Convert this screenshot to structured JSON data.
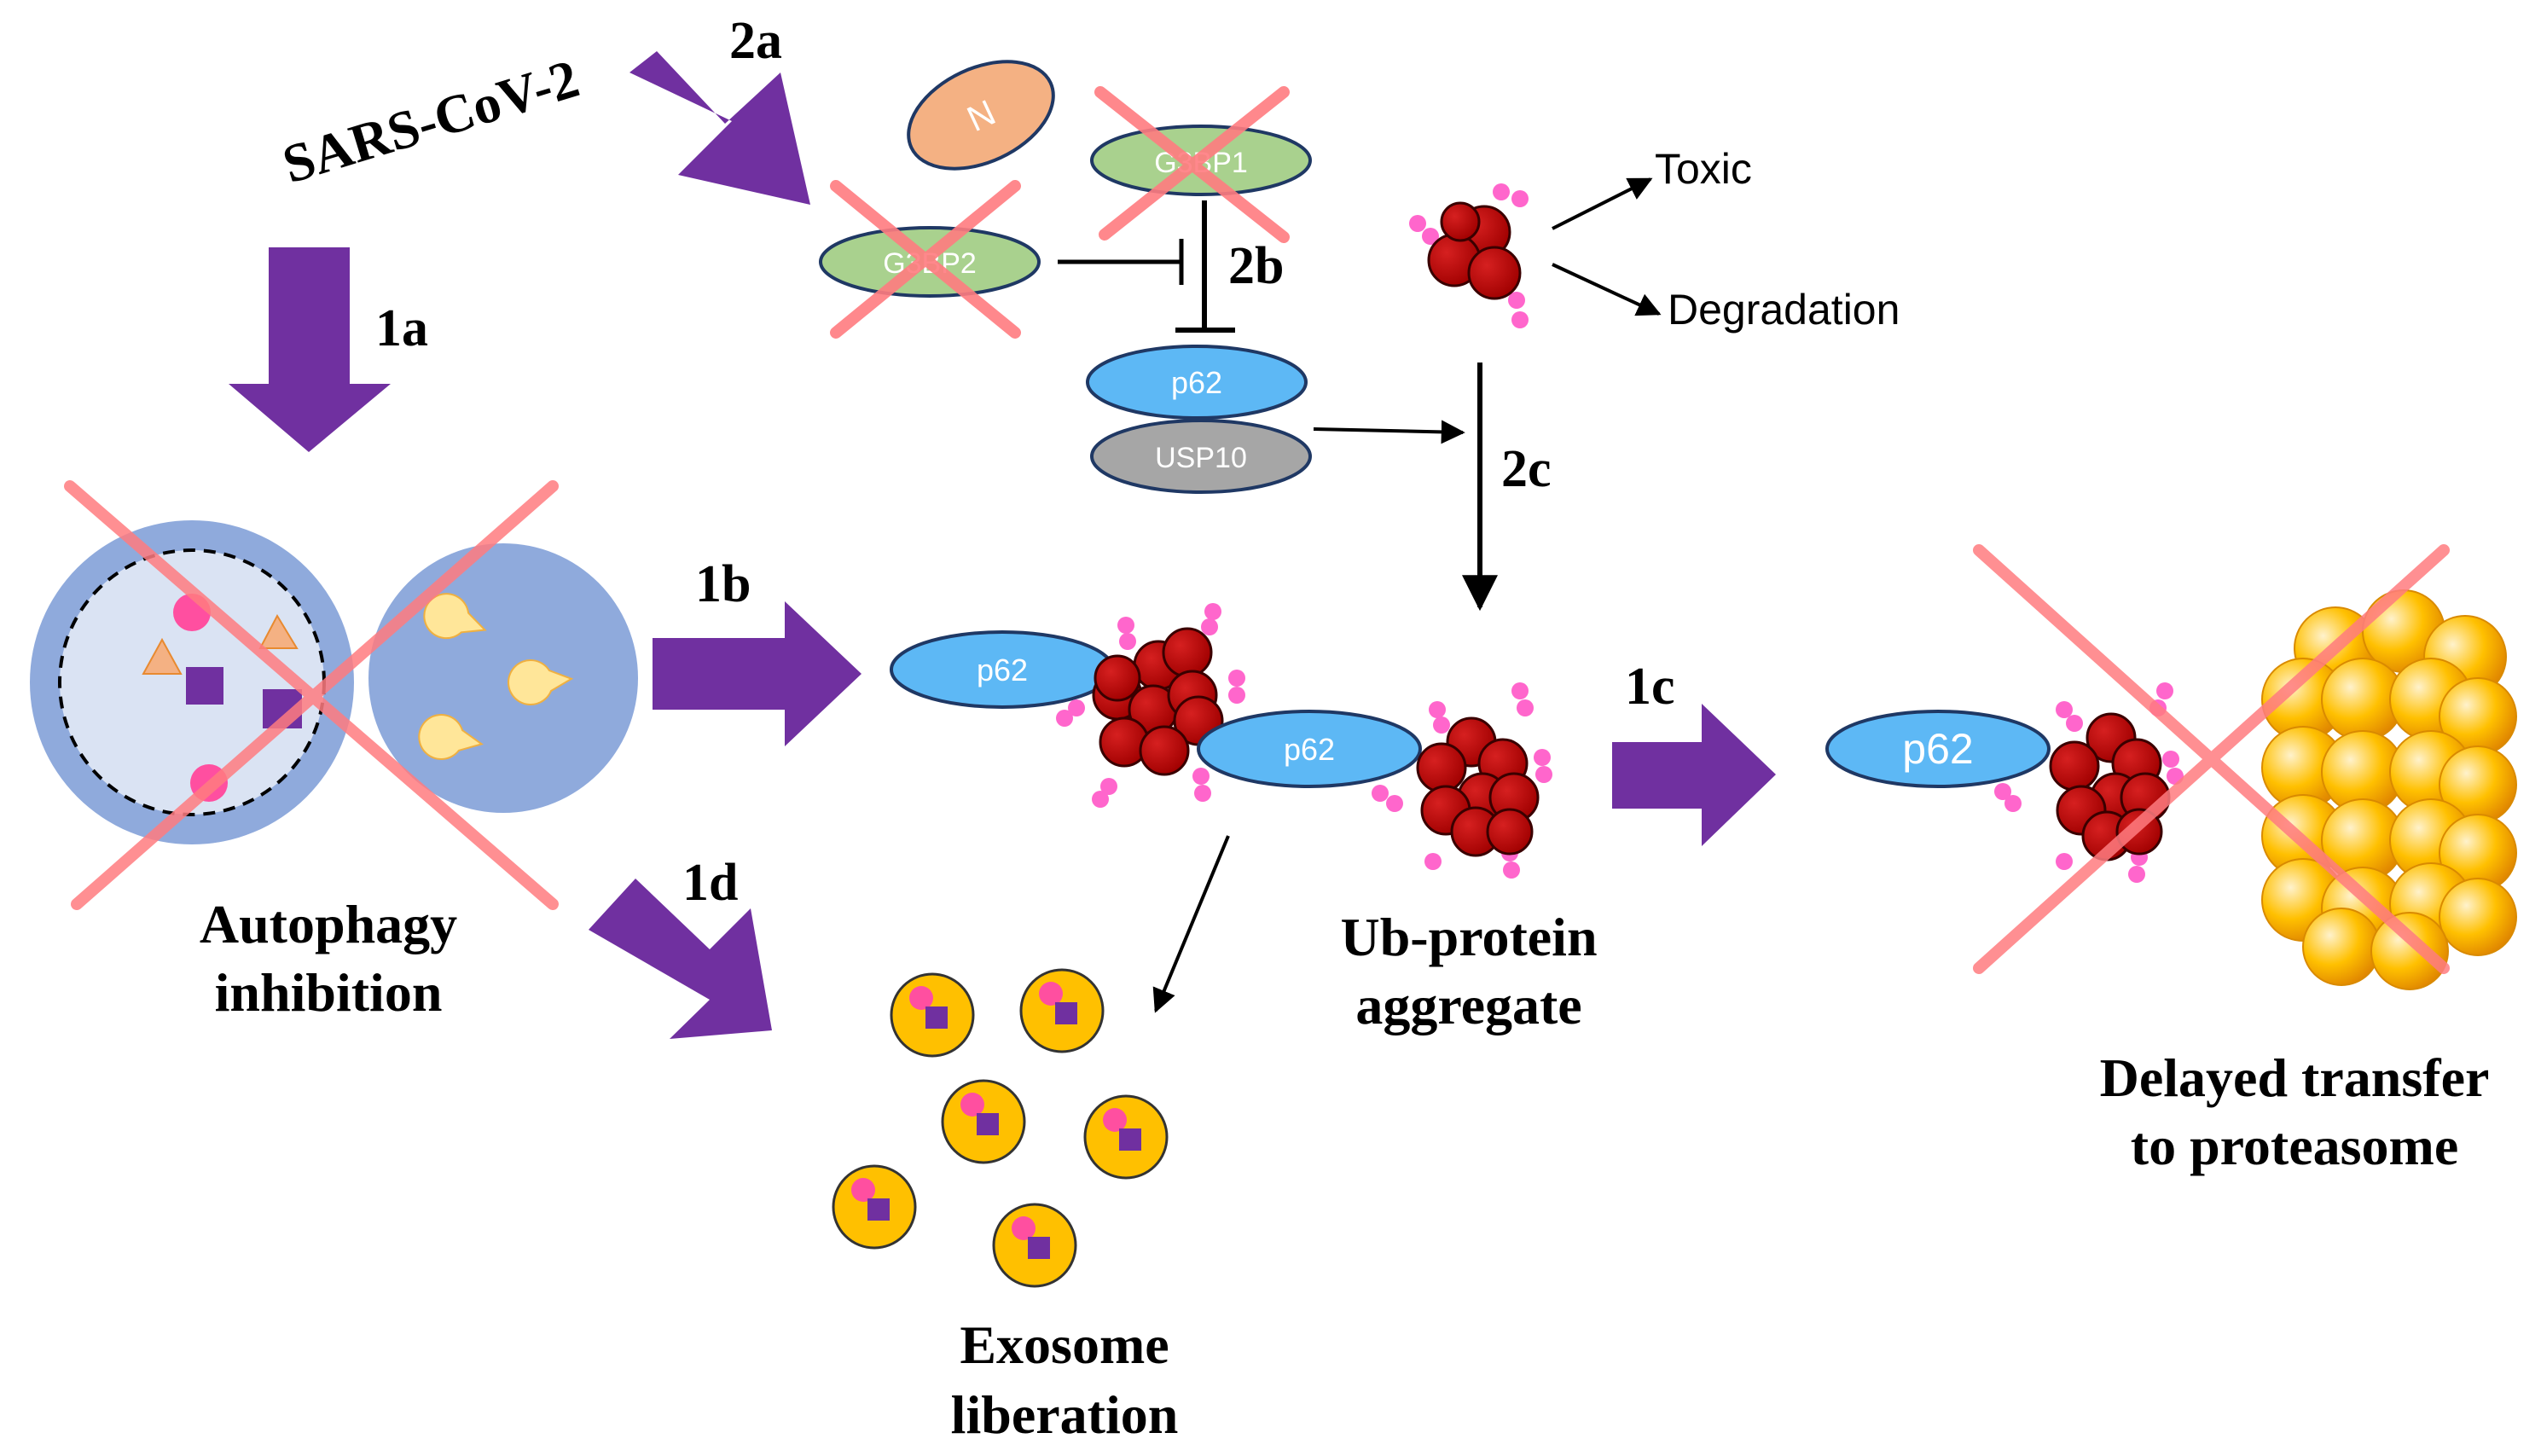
{
  "virus_label": "SARS-CoV-2",
  "steps": {
    "s1a": "1a",
    "s1b": "1b",
    "s1c": "1c",
    "s1d": "1d",
    "s2a": "2a",
    "s2b": "2b",
    "s2c": "2c"
  },
  "proteins": {
    "n": "N",
    "g3bp1": "G3BP1",
    "g3bp2": "G3BP2",
    "p62": "p62",
    "usp10": "USP10"
  },
  "outcomes": {
    "toxic": "Toxic",
    "degradation": "Degradation"
  },
  "captions": {
    "autophagy_line1": "Autophagy",
    "autophagy_line2": "inhibition",
    "aggregate_line1": "Ub-protein",
    "aggregate_line2": "aggregate",
    "exosome_line1": "Exosome",
    "exosome_line2": "liberation",
    "proteasome_line1": "Delayed transfer",
    "proteasome_line2": "to proteasome"
  },
  "colors": {
    "purple_arrow": "#7030a0",
    "blocked_cross": "#ff7c80",
    "p62_fill": "#5db8f5",
    "usp10_fill": "#a6a6a6",
    "g3bp_fill": "#a9d18e",
    "n_fill": "#f4b183",
    "aggregate_red": "#c00000",
    "ubiquitin_pink": "#ff66cc",
    "vesicle_yellow": "#ffc000",
    "autophagosome_blue": "#8faadc"
  }
}
